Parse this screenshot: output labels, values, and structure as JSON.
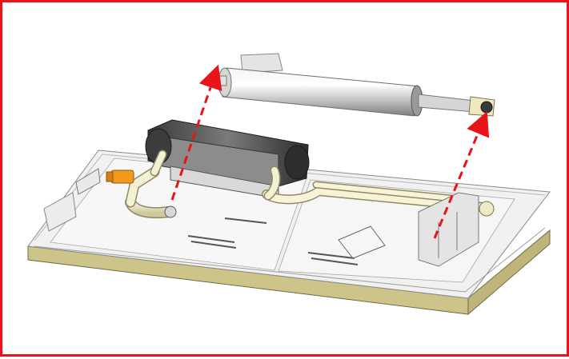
{
  "figure": {
    "border_color": "#e8141a",
    "arrow_color": "#e8141a",
    "components": [
      "base-plate",
      "heat-exchanger-block",
      "cylinder-tank",
      "piping",
      "orange-fitting",
      "bracket"
    ],
    "arrow_count": 2
  }
}
